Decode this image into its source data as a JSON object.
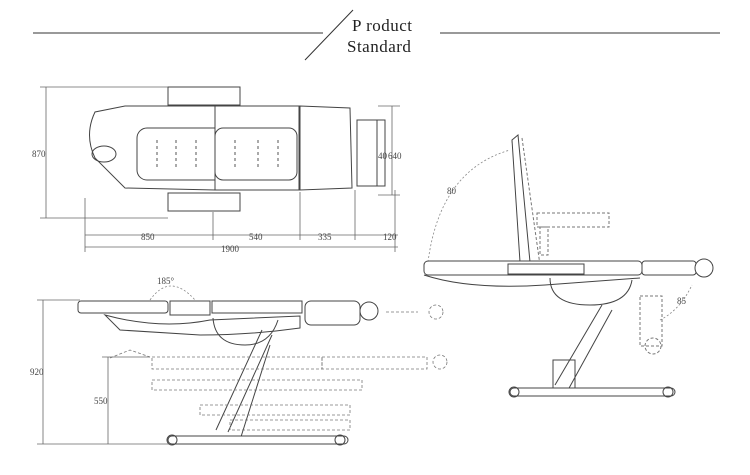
{
  "title": {
    "line1": "P roduct",
    "line2": "Standard"
  },
  "top_view": {
    "width_total": "870",
    "head_width_1": "40",
    "head_width_2": "640",
    "len_head": "850",
    "len_mid": "540",
    "len_seat": "335",
    "len_foot": "120",
    "len_total": "1900"
  },
  "side_view_left": {
    "height_max": "920",
    "height_min": "550",
    "angle": "185°"
  },
  "side_view_right": {
    "angle_back": "80",
    "angle_leg": "85"
  }
}
